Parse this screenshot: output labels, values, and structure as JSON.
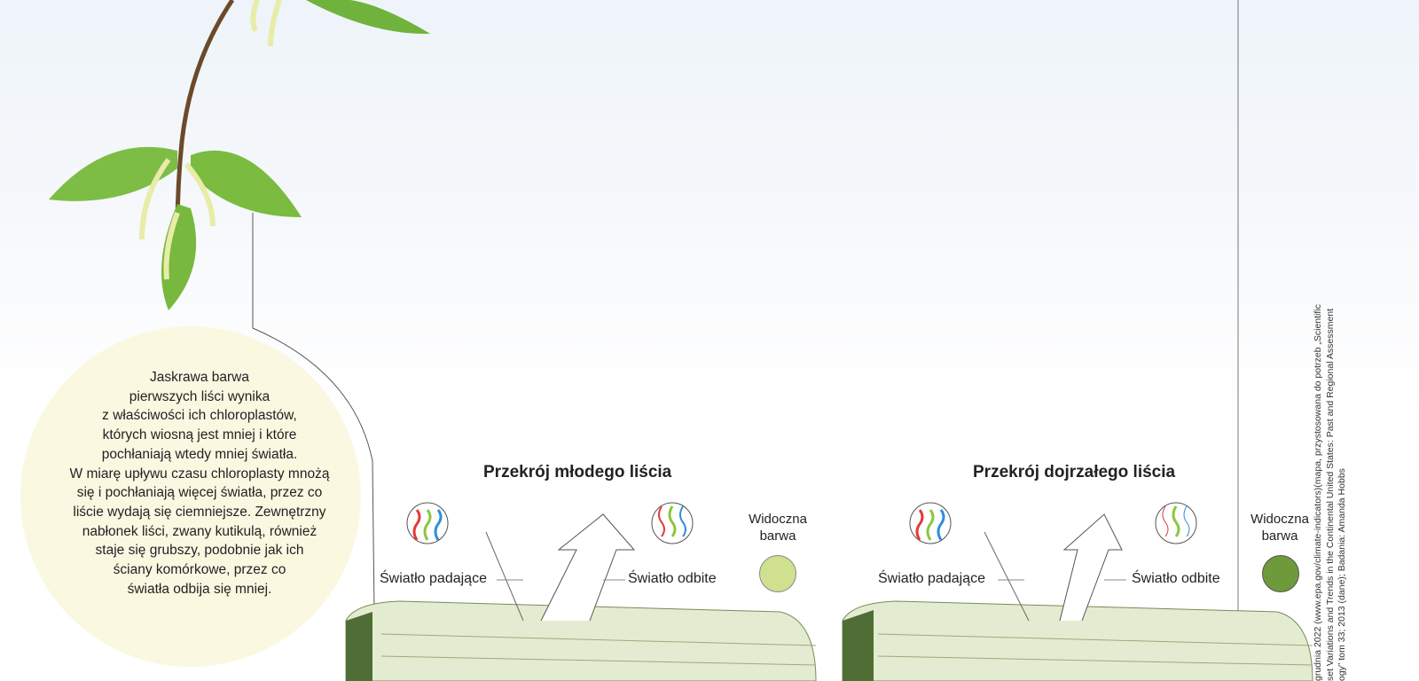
{
  "info_text_lines": [
    "Jaskrawa barwa",
    "pierwszych liści wynika",
    "z właściwości ich chloroplastów,",
    "których wiosną jest mniej i które",
    "pochłaniają wtedy mniej światła.",
    "W miarę upływu czasu chloroplasty mnożą",
    "się i pochłaniają więcej światła, przez co",
    "liście wydają się ciemniejsze. Zewnętrzny",
    "nabłonek liści, zwany kutikulą, również",
    "staje się grubszy, podobnie jak ich",
    "ściany komórkowe, przez co",
    "światła odbija się mniej."
  ],
  "young": {
    "title": "Przekrój młodego liścia",
    "incident_label": "Światło padające",
    "reflected_label": "Światło odbite",
    "visible_label_1": "Widoczna",
    "visible_label_2": "barwa",
    "visible_color": "#cfe08f"
  },
  "mature": {
    "title": "Przekrój dojrzałego liścia",
    "incident_label": "Światło padające",
    "reflected_label": "Światło odbite",
    "visible_label_1": "Widoczna",
    "visible_label_2": "barwa",
    "visible_color": "#6f9a3c"
  },
  "credits": [
    "grudnia 2022 (www.epa.gov/climate-indicators)(mapa, przystosowana do potrzeb „Scientific",
    "set Variations and Trends in the Continental United States: Past and Regional Assessment",
    "ogy” tom 33; 2013 (dane); Badania: Amanda Hobbs"
  ]
}
